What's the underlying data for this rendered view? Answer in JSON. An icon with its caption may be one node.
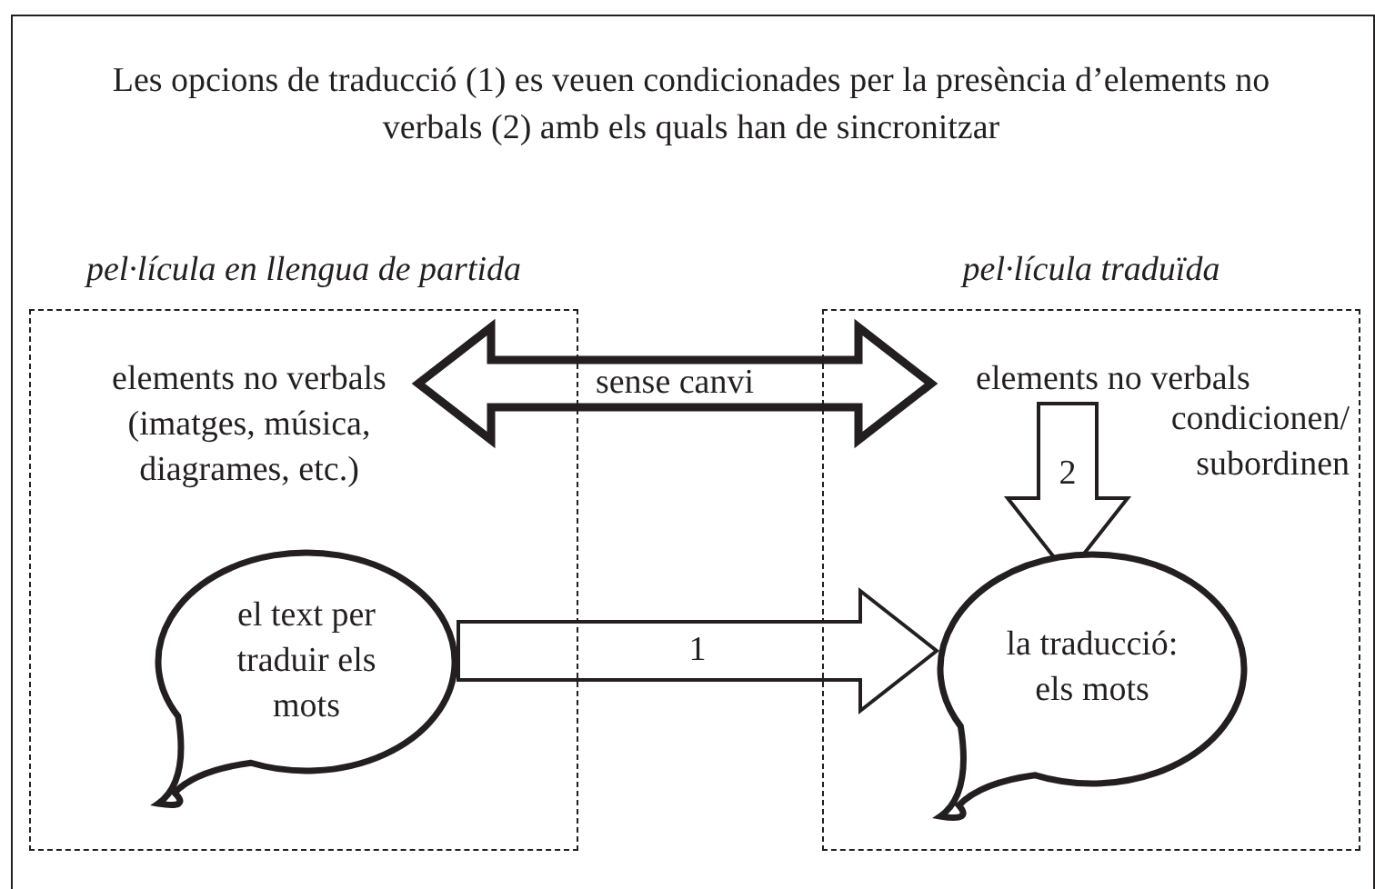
{
  "diagram": {
    "title": "Les opcions de traducció (1) es veuen condicionades per la presència d’elements no verbals (2) amb els quals han de sincronitzar",
    "nodes": [
      {
        "text": [
          "pel·lícula en llengua de partida"
        ]
      },
      {
        "text": [
          "pel·lícula traduïda"
        ]
      },
      {
        "text": [
          "elements no verbals (imatges, música, diagrames, etc.)"
        ],
        "in": 0
      },
      {
        "text": [
          "el text per traduir els mots"
        ],
        "in": 0
      },
      {
        "text": [
          "elements no verbals"
        ],
        "in": 1
      },
      {
        "text": [
          "la traducció: els mots"
        ],
        "in": 1
      }
    ],
    "edges": [
      {
        "from": 2,
        "to": 4,
        "arrow": "both",
        "label": "sense canvi",
        "style": "thick"
      },
      {
        "from": 3,
        "to": 5,
        "arrow": "to",
        "label": "1"
      },
      {
        "from": 4,
        "to": 5,
        "arrow": "to",
        "label": "2"
      }
    ],
    "labels": [
      "condicionen/ subordinen"
    ]
  }
}
